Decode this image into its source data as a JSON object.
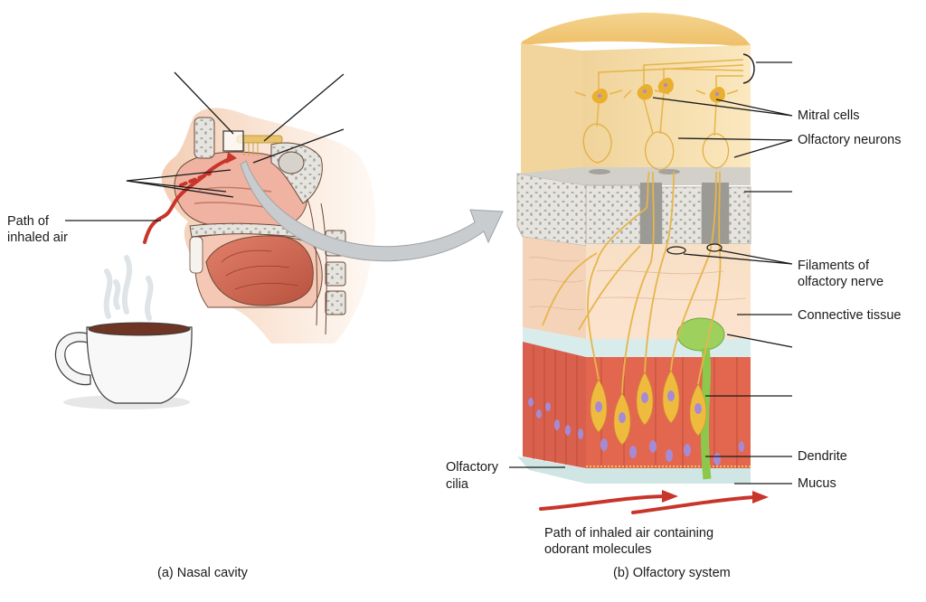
{
  "figure": {
    "panels": [
      {
        "id": "a",
        "caption": "(a) Nasal cavity",
        "labels": {
          "path_of_inhaled_air_line1": "Path of",
          "path_of_inhaled_air_line2": "inhaled air"
        },
        "unlabeled_leaders": 4
      },
      {
        "id": "b",
        "caption": "(b) Olfactory system",
        "labels": {
          "mitral_cells": "Mitral cells",
          "olfactory_neurons": "Olfactory neurons",
          "filaments_line1": "Filaments of",
          "filaments_line2": "olfactory nerve",
          "connective_tissue": "Connective tissue",
          "dendrite": "Dendrite",
          "mucus": "Mucus",
          "olfactory_cilia_line1": "Olfactory",
          "olfactory_cilia_line2": "cilia",
          "air_path_line1": "Path of inhaled air containing",
          "air_path_line2": "odorant molecules"
        },
        "unlabeled_leaders": 4
      }
    ],
    "colors": {
      "air_arrow": "#c8352a",
      "bulb_tissue": "#f6dca0",
      "neuron": "#e9b43c",
      "bone": "#d9d6cf",
      "connective": "#f8dcc4",
      "epithelium": "#e0614e",
      "nucleus": "#a58bd6",
      "gland": "#8cc84b",
      "mucus": "#cfe6e4",
      "transfer_arrow": "#c9ccce"
    }
  }
}
